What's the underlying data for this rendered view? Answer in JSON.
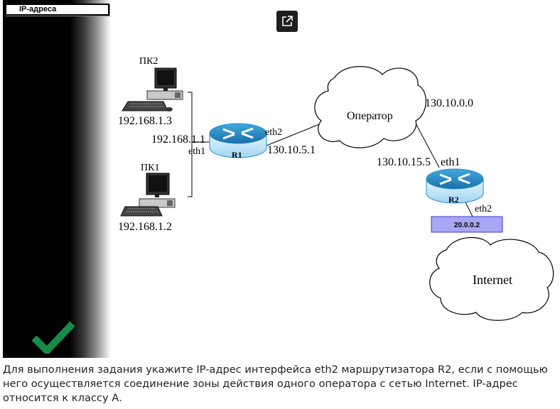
{
  "answer_field": {
    "label": "IP-адреса"
  },
  "toolbar": {
    "open_external_icon": "external-link-icon"
  },
  "status": {
    "icon": "check-icon",
    "color": "#1a8a4a"
  },
  "diagram": {
    "pc2": {
      "name": "ПК2",
      "ip": "192.168.1.3"
    },
    "pc1": {
      "name": "ПК1",
      "ip": "192.168.1.2"
    },
    "r1": {
      "name": "R1",
      "eth1_ip": "192.168.1.1",
      "eth1_label": "eth1",
      "eth2_label": "eth2",
      "eth2_ip": "130.10.5.1"
    },
    "operator": {
      "name": "Оператор",
      "network": "130.10.0.0"
    },
    "r2": {
      "name": "R2",
      "eth1_ip": "130.10.15.5",
      "eth1_label": "eth1",
      "eth2_label": "eth2",
      "eth2_ip": "20.0.0.2"
    },
    "internet": {
      "name": "Internet"
    }
  },
  "task": {
    "text": "Для выполнения задания укажите IP-адрес интерфейса eth2 маршрутизатора R2, если с помощью него осуществляется соединение зоны действия одного оператора с сетью Internet. IP-адрес относится к классу А."
  }
}
